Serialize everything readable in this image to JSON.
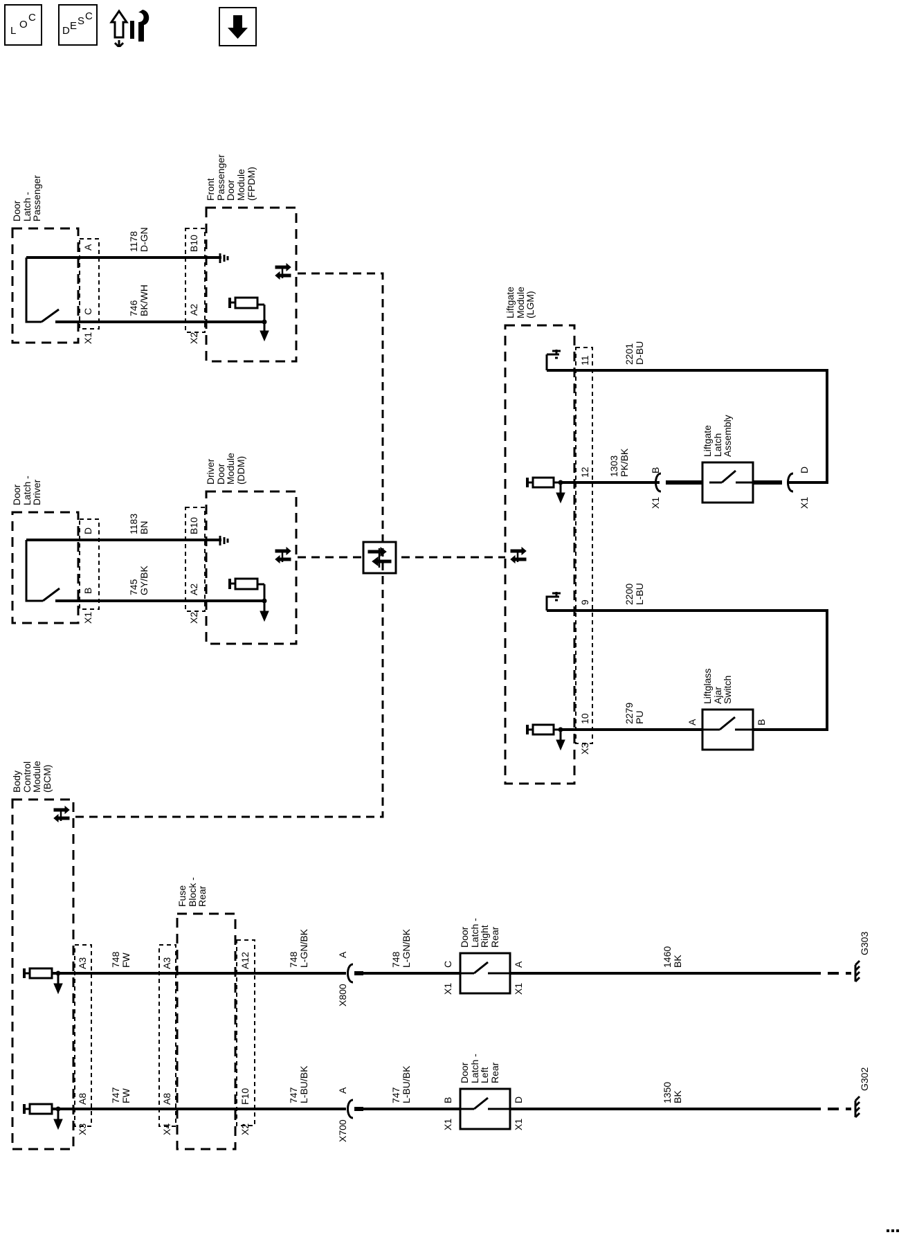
{
  "toolbar": {
    "loc_letters": [
      "L",
      "O",
      "C"
    ],
    "desc_letters": [
      "D",
      "E",
      "S",
      "C"
    ]
  },
  "labels": {
    "bcm": "Body\nControl\nModule\n(BCM)",
    "fuse_block_rear": "Fuse\nBlock -\nRear",
    "door_latch_passenger": "Door\nLatch -\nPassenger",
    "door_latch_driver": "Door\nLatch -\nDriver",
    "fpdm": "Front\nPassenger\nDoor\nModule\n(FPDM)",
    "ddm": "Driver\nDoor\nModule\n(DDM)",
    "lgm": "Liftgate\nModule\n(LGM)",
    "liftgate_latch": "Liftgate\nLatch\nAssembly",
    "liftglass_switch": "Liftglass\nAjar\nSwitch",
    "door_latch_right_rear": "Door\nLatch -\nRight\nRear",
    "door_latch_left_rear": "Door\nLatch -\nLeft\nRear"
  },
  "connectors": {
    "x1": "X1",
    "x2": "X2",
    "x3": "X3",
    "x4": "X4",
    "x700": "X700",
    "x800": "X800"
  },
  "pins": {
    "a": "A",
    "b": "B",
    "c": "C",
    "d": "D",
    "a2": "A2",
    "a3": "A3",
    "a8": "A8",
    "a12": "A12",
    "b10": "B10",
    "f10": "F10",
    "p9": "9",
    "p10": "10",
    "p11": "11",
    "p12": "12"
  },
  "wires": {
    "w1178": "1178\nD-GN",
    "w746": "746\nBK/WH",
    "w1183": "1183\nBN",
    "w745": "745\nGY/BK",
    "w2201": "2201\nD-BU",
    "w1303": "1303\nPK/BK",
    "w2200": "2200\nL-BU",
    "w2279": "2279\nPU",
    "w748fw": "748\nFW",
    "w747fw": "747\nFW",
    "w748lgn": "748\nL-GN/BK",
    "w747lbu": "747\nL-BU/BK",
    "w1460": "1460\nBK",
    "w1350": "1350\nBK"
  },
  "grounds": {
    "g302": "G302",
    "g303": "G303"
  },
  "icons": [
    "loc-icon",
    "desc-icon",
    "schematic-icon",
    "down-arrow-icon"
  ]
}
